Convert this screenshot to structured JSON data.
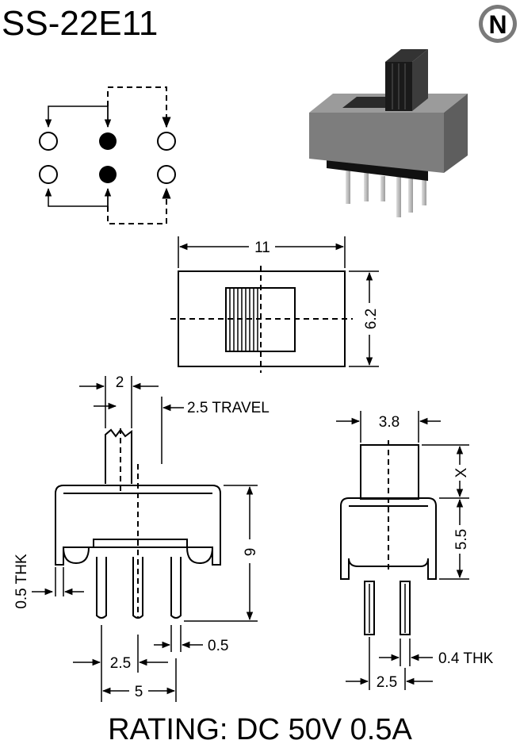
{
  "title": "SS-22E11",
  "logo_letter": "N",
  "rating": "RATING: DC 50V 0.5A",
  "dimensions": {
    "top_width": "11",
    "top_height": "6.2",
    "actuator_width": "2",
    "travel": "2.5 TRAVEL",
    "body_height": "9",
    "thickness_left": "0.5 THK",
    "pin_width": "0.5",
    "pin_pitch": "2.5",
    "pin_span": "5",
    "side_width": "3.8",
    "side_x": "X",
    "side_body": "5.5",
    "side_thk": "0.4 THK",
    "side_pitch": "2.5"
  },
  "colors": {
    "ink": "#000000",
    "body_gray": "#8a8a8a",
    "body_dark": "#3a3a3a",
    "pin_gray": "#c8c8c8"
  }
}
